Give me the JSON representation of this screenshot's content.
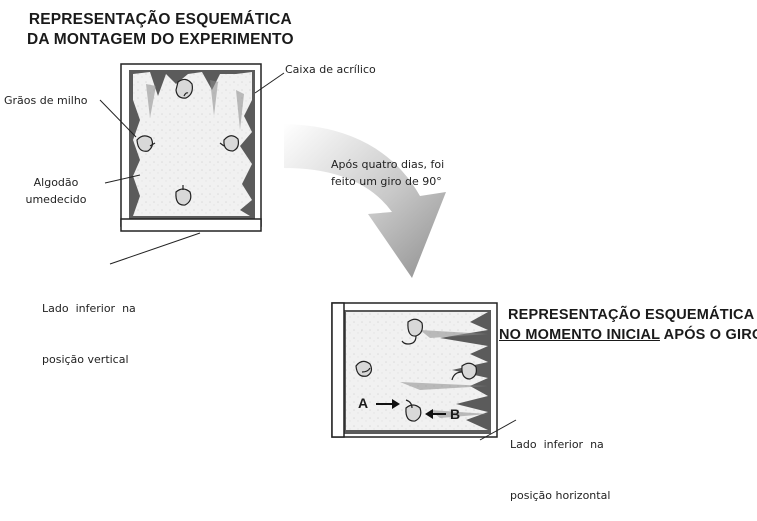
{
  "top_title": {
    "line1": "REPRESENTAÇÃO ESQUEMÁTICA",
    "line2": "DA MONTAGEM DO EXPERIMENTO"
  },
  "bottom_title": {
    "line1": "REPRESENTAÇÃO ESQUEMÁTICA",
    "line2_underlined": "NO MOMENTO INICIAL",
    "line2_rest": " APÓS O GIRO"
  },
  "labels": {
    "caixa": "Caixa de acrílico",
    "graos": "Grãos de milho",
    "algodao_line1": "Algodão",
    "algodao_line2": "umedecido",
    "lado_vertical_line1": "Lado  inferior  na",
    "lado_vertical_line2": "posição vertical",
    "giro_line1": "Após quatro dias, foi",
    "giro_line2": "feito um giro de 90°",
    "lado_horizontal_line1": "Lado  inferior  na",
    "lado_horizontal_line2": "posição horizontal",
    "marker_a": "A",
    "marker_b": "B"
  }
}
